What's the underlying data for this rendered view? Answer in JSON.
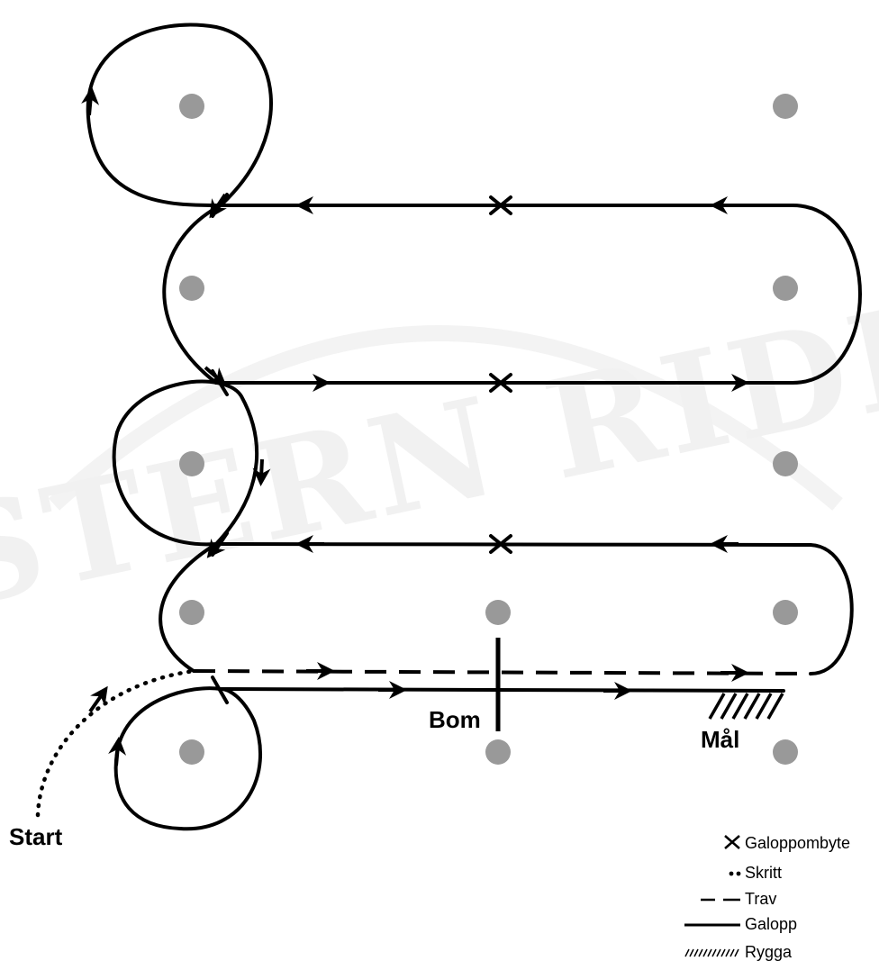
{
  "watermark": "WESTERN RIDERS",
  "labels": {
    "start": "Start",
    "bom": "Bom",
    "mal": "Mål"
  },
  "legend": [
    {
      "symbol": "cross",
      "text": "Galoppombyte"
    },
    {
      "symbol": "dotted",
      "text": "Skritt"
    },
    {
      "symbol": "dashed",
      "text": "Trav"
    },
    {
      "symbol": "solid",
      "text": "Galopp"
    },
    {
      "symbol": "hatched",
      "text": "Rygga"
    }
  ],
  "colors": {
    "line": "#000000",
    "marker": "#999999",
    "watermark": "#f1f1f1"
  }
}
